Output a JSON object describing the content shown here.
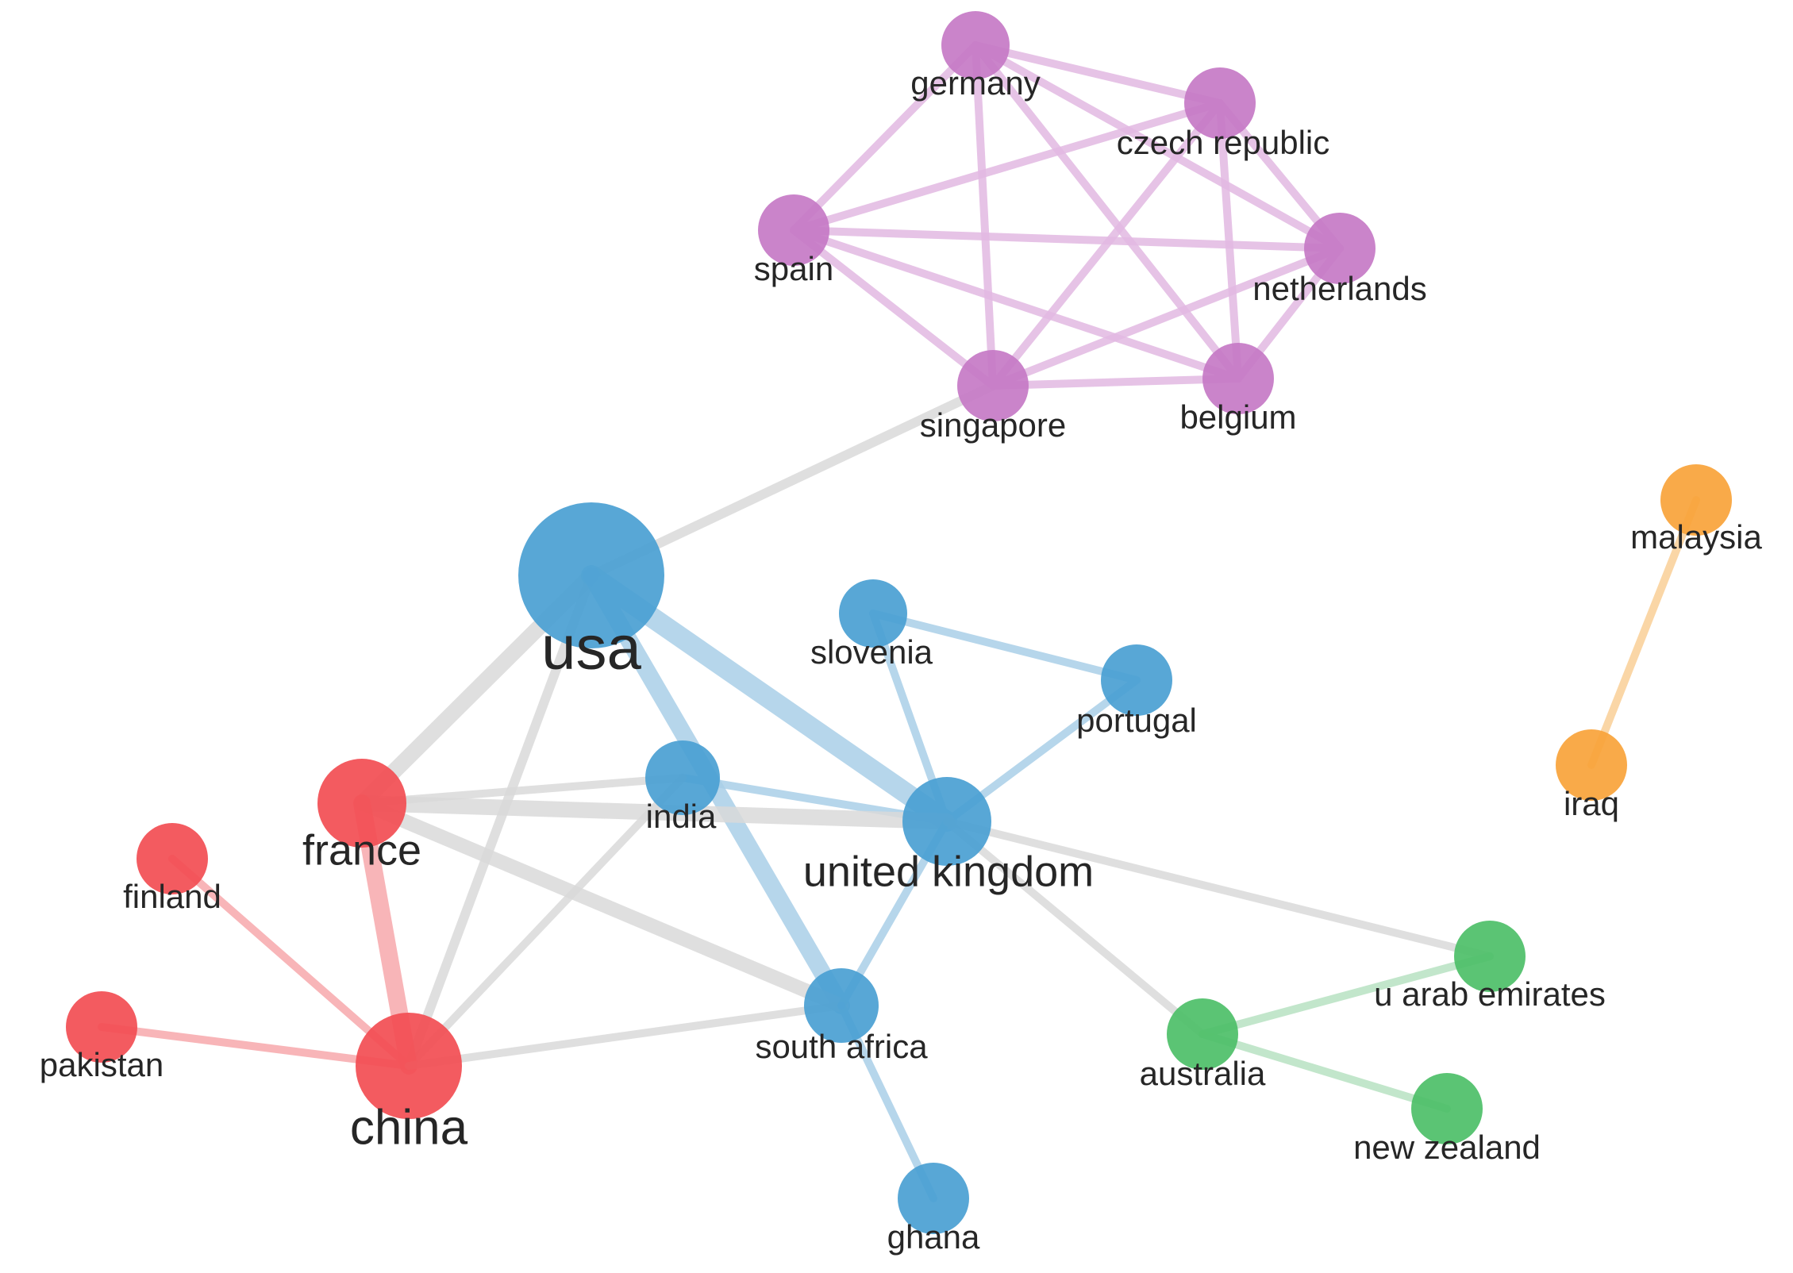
{
  "colors": {
    "blue": "#4a9fd3",
    "red": "#f24d52",
    "purple": "#c679c6",
    "green": "#4dbf68",
    "orange": "#f8a33a",
    "gray_edge": "#d9d9d9",
    "blue_edge": "#a9cfe8",
    "red_edge": "#f7a8ac",
    "purple_edge": "#e2b8e2",
    "green_edge": "#b7e2c2",
    "orange_edge": "#f9cf96"
  },
  "nodes": [
    {
      "id": "usa",
      "label": "usa",
      "cluster": "blue"
    },
    {
      "id": "slovenia",
      "label": "slovenia",
      "cluster": "blue"
    },
    {
      "id": "portugal",
      "label": "portugal",
      "cluster": "blue"
    },
    {
      "id": "india",
      "label": "india",
      "cluster": "blue"
    },
    {
      "id": "united_kingdom",
      "label": "united kingdom",
      "cluster": "blue"
    },
    {
      "id": "south_africa",
      "label": "south africa",
      "cluster": "blue"
    },
    {
      "id": "ghana",
      "label": "ghana",
      "cluster": "blue"
    },
    {
      "id": "france",
      "label": "france",
      "cluster": "red"
    },
    {
      "id": "finland",
      "label": "finland",
      "cluster": "red"
    },
    {
      "id": "pakistan",
      "label": "pakistan",
      "cluster": "red"
    },
    {
      "id": "china",
      "label": "china",
      "cluster": "red"
    },
    {
      "id": "germany",
      "label": "germany",
      "cluster": "purple"
    },
    {
      "id": "czech_republic",
      "label": "czech republic",
      "cluster": "purple"
    },
    {
      "id": "spain",
      "label": "spain",
      "cluster": "purple"
    },
    {
      "id": "netherlands",
      "label": "netherlands",
      "cluster": "purple"
    },
    {
      "id": "singapore",
      "label": "singapore",
      "cluster": "purple"
    },
    {
      "id": "belgium",
      "label": "belgium",
      "cluster": "purple"
    },
    {
      "id": "malaysia",
      "label": "malaysia",
      "cluster": "orange"
    },
    {
      "id": "iraq",
      "label": "iraq",
      "cluster": "orange"
    },
    {
      "id": "u_arab_emirates",
      "label": "u arab emirates",
      "cluster": "green"
    },
    {
      "id": "australia",
      "label": "australia",
      "cluster": "green"
    },
    {
      "id": "new_zealand",
      "label": "new zealand",
      "cluster": "green"
    }
  ],
  "edges": [
    {
      "source": "usa",
      "target": "singapore",
      "kind": "gray"
    },
    {
      "source": "usa",
      "target": "france",
      "kind": "gray"
    },
    {
      "source": "usa",
      "target": "china",
      "kind": "gray"
    },
    {
      "source": "usa",
      "target": "united_kingdom",
      "kind": "blue"
    },
    {
      "source": "usa",
      "target": "south_africa",
      "kind": "blue"
    },
    {
      "source": "slovenia",
      "target": "portugal",
      "kind": "blue"
    },
    {
      "source": "slovenia",
      "target": "united_kingdom",
      "kind": "blue"
    },
    {
      "source": "portugal",
      "target": "united_kingdom",
      "kind": "blue"
    },
    {
      "source": "india",
      "target": "united_kingdom",
      "kind": "blue"
    },
    {
      "source": "india",
      "target": "france",
      "kind": "gray"
    },
    {
      "source": "india",
      "target": "china",
      "kind": "gray"
    },
    {
      "source": "france",
      "target": "united_kingdom",
      "kind": "gray"
    },
    {
      "source": "france",
      "target": "south_africa",
      "kind": "gray"
    },
    {
      "source": "france",
      "target": "china",
      "kind": "red"
    },
    {
      "source": "finland",
      "target": "china",
      "kind": "red"
    },
    {
      "source": "pakistan",
      "target": "china",
      "kind": "red"
    },
    {
      "source": "china",
      "target": "south_africa",
      "kind": "gray"
    },
    {
      "source": "united_kingdom",
      "target": "south_africa",
      "kind": "blue"
    },
    {
      "source": "united_kingdom",
      "target": "u_arab_emirates",
      "kind": "gray"
    },
    {
      "source": "united_kingdom",
      "target": "australia",
      "kind": "gray"
    },
    {
      "source": "south_africa",
      "target": "ghana",
      "kind": "blue"
    },
    {
      "source": "australia",
      "target": "u_arab_emirates",
      "kind": "green"
    },
    {
      "source": "australia",
      "target": "new_zealand",
      "kind": "green"
    },
    {
      "source": "malaysia",
      "target": "iraq",
      "kind": "orange"
    },
    {
      "source": "germany",
      "target": "czech_republic",
      "kind": "purple"
    },
    {
      "source": "germany",
      "target": "spain",
      "kind": "purple"
    },
    {
      "source": "germany",
      "target": "singapore",
      "kind": "purple"
    },
    {
      "source": "germany",
      "target": "belgium",
      "kind": "purple"
    },
    {
      "source": "germany",
      "target": "netherlands",
      "kind": "purple"
    },
    {
      "source": "czech_republic",
      "target": "spain",
      "kind": "purple"
    },
    {
      "source": "czech_republic",
      "target": "netherlands",
      "kind": "purple"
    },
    {
      "source": "czech_republic",
      "target": "belgium",
      "kind": "purple"
    },
    {
      "source": "czech_republic",
      "target": "singapore",
      "kind": "purple"
    },
    {
      "source": "spain",
      "target": "netherlands",
      "kind": "purple"
    },
    {
      "source": "spain",
      "target": "singapore",
      "kind": "purple"
    },
    {
      "source": "spain",
      "target": "belgium",
      "kind": "purple"
    },
    {
      "source": "netherlands",
      "target": "singapore",
      "kind": "purple"
    },
    {
      "source": "netherlands",
      "target": "belgium",
      "kind": "purple"
    },
    {
      "source": "singapore",
      "target": "belgium",
      "kind": "purple"
    }
  ]
}
